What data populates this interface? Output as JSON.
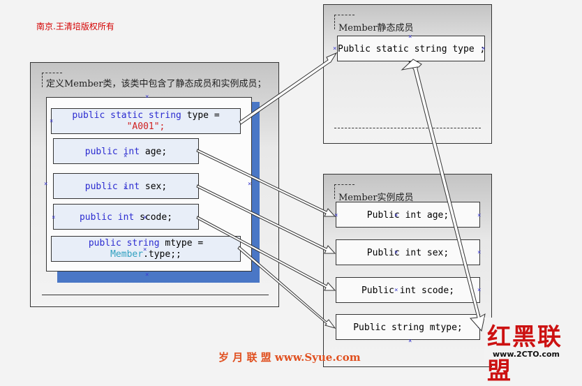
{
  "copyright": "南京.王清培版权所有",
  "left_panel": {
    "caption": "定义Member类，该类中包含了静态成员和实例成员；",
    "fields": [
      {
        "kw": "public static string",
        "rest": "type =",
        "line2": "\"A001\";"
      },
      {
        "kw": "public int",
        "rest": "age;"
      },
      {
        "kw": "public int",
        "rest": "sex;"
      },
      {
        "kw": "public int",
        "rest": "scode;"
      },
      {
        "kw": "public string",
        "rest": "mtype =",
        "line2_type": "Member",
        "line2_rest": ".type;;"
      }
    ]
  },
  "static_panel": {
    "caption": "Member静态成员",
    "field": "Public static string type ;"
  },
  "instance_panel": {
    "caption": "Member实例成员",
    "fields": [
      "Public int age;",
      "Public int sex;",
      "Public int scode;",
      "Public string  mtype;"
    ]
  },
  "footer": "岁 月 联 盟   www.Syue.com",
  "brand": {
    "text": "红黑联盟",
    "url": "www.2CTO.com"
  }
}
